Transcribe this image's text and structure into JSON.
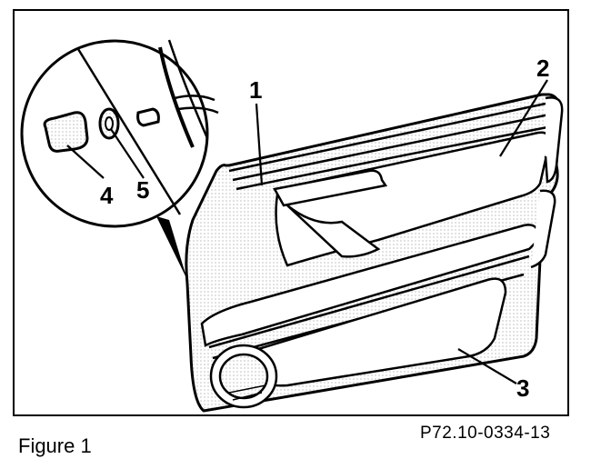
{
  "figure": {
    "caption": "Figure 1",
    "reference": "P72.10-0334-13",
    "callouts": [
      "1",
      "2",
      "3",
      "4",
      "5"
    ]
  },
  "colors": {
    "ink": "#000000",
    "paper": "#ffffff",
    "panel_fill": "#f4f4f4"
  }
}
